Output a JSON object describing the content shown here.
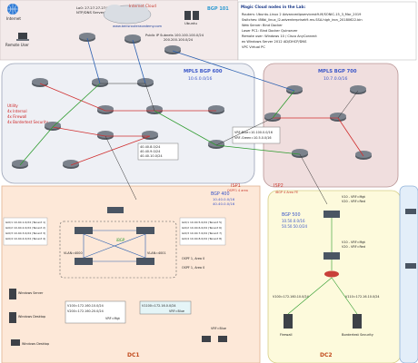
{
  "internet_zone": {
    "label": "Internet",
    "cloud_label": "Internet Cloud",
    "server_lines": [
      "Lo0: 27.27.27.27/32",
      "NTP/DNS Server"
    ],
    "server_name": "Ubuntu",
    "remote_user_label": "Remote User",
    "url": "www.bensrouteracademy.com",
    "bgp_label": "BGP 101",
    "public_ip_lines": [
      "Public IP Subnets 100.100.100.0/24",
      "200.200.100.0/24"
    ]
  },
  "legend": {
    "title": "Magic Cloud nodes in the Lab:",
    "items": [
      "Routers: Ubuntu-Linux 2 Advancedipservicesk9-M/SONIC-15_3_Mar_2019",
      "Switches: i86bi_linux_l2-adventerprisek9-ms.SSA.high_iron_20180622.bin",
      "Web Server: Bind Docker",
      "Laser PC1: Bind Docker Quinsever",
      "Remote user: Windows 10 / Cisco AnyConnect",
      "ex Windows Server 2012 AD/DHCP/DNS",
      "VPC Virtual PC"
    ]
  },
  "mpls600": {
    "title": "MPLS BGP 600",
    "subnet": "10.6.0.0/16"
  },
  "mpls700": {
    "title": "MPLS BGP 700",
    "subnet": "10.7.0.0/16"
  },
  "isp_labels": {
    "isp1": "ISP1",
    "isp2": "ISP2",
    "isp1_sub": "OSPF1 4 area",
    "isp2_sub": "iBGP 4 Area FE"
  },
  "route_box_600": [
    "40.40.8.0/24",
    "40.40.9.0/24",
    "40.40.10.0/24"
  ],
  "route_box_700": [
    "VRF-Blue=10.100.0.0/16",
    "VRF-Green=10.5.0.0/16"
  ],
  "lan_status": [
    "Utility",
    "4x Internal",
    "4x Firewall",
    "4x Bordertest Security"
  ],
  "dc1": {
    "bgp": "BGP 400",
    "subnets": [
      "10.40.0.0/16",
      "40.40.0.0/16"
    ],
    "label": "DC1",
    "ibgp": "iBGP",
    "left_rows": [
      "Gi0/1 10.40.1.0/24 (Tenant 1)",
      "Gi0/2 10.40.2.0/24 (Tenant 2)",
      "Gi0/3 10.40.3.0/24 (Tenant 3)",
      "Gi0/4 10.40.4.0/24 (Tenant 4)"
    ],
    "right_rows": [
      "Gi0/1 10.40.5.0/24 (Tenant 5)",
      "Gi0/2 10.40.6.0/24 (Tenant 6)",
      "Gi0/3 10.40.7.0/24 (Tenant 7)",
      "Gi0/4 10.40.8.0/24 (Tenant 8)"
    ],
    "vlan_a": "VLAN=4000",
    "vlan_b": "VLAN=4001",
    "ospf_a": "OSPF 1, Area 0",
    "ospf_b": "OSPF 1, Area 0",
    "vrf_box": [
      "V100=172.160.10.0/24",
      "V200=172.160.20.0/24",
      "VRF=Mgt"
    ],
    "vrf_box2": [
      "V1100=172.16.0.0/24",
      "VRF=Blue"
    ],
    "edge_labels": [
      "Windows Server",
      "Windows Desktop",
      "Windows Desktop"
    ],
    "bottom_right_label": "VRF=Blue"
  },
  "dc2": {
    "bgp": "BGP 500",
    "subnets": [
      "10.50.0.0/16",
      "50.50.50.0/24"
    ],
    "label": "DC2",
    "vrf_rows": [
      "V10 - VRF=Mgt",
      "V20 - VRF=Red"
    ],
    "vlan_rows": [
      "V10 - VRF=Mgt",
      "V20 - VRF=Red"
    ],
    "v100": "V100=172.160.10.0/24",
    "v110": "V110=172.16.10.0/24",
    "firewall_label": "Firewall",
    "security_label": "Bordertest Security"
  },
  "colors": {
    "internet_bg": "#f3eaea",
    "mpls600_bg": "#eef0f5",
    "mpls700_bg": "#f0dede",
    "dc1_bg": "#fde8d8",
    "dc2_bg": "#fdfadc",
    "dc3_bg": "#e3eef9",
    "red_line": "#d03030",
    "green_line": "#2c9a2c",
    "blue_line": "#2a5fb0",
    "black_line": "#303030",
    "router_red": "#c8403a",
    "router_grey": "#555b63"
  }
}
